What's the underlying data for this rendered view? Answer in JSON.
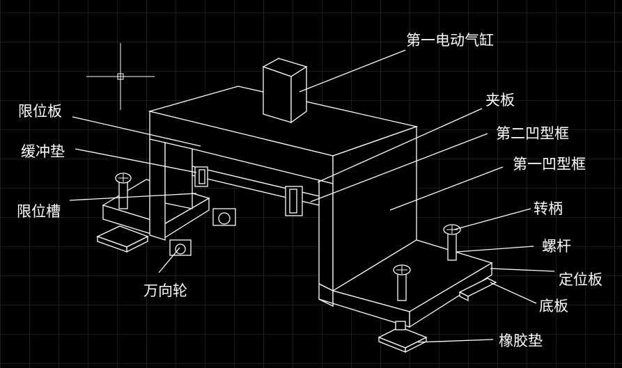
{
  "labels": {
    "motor_cylinder": "第一电动气缸",
    "clamp_plate": "夹板",
    "limit_plate": "限位板",
    "second_frame": "第二凹型框",
    "buffer_pad": "缓冲垫",
    "first_frame": "第一凹型框",
    "limit_groove": "限位槽",
    "handle": "转柄",
    "screw": "螺杆",
    "locating_plate": "定位板",
    "universal_wheel": "万向轮",
    "base_plate": "底板",
    "rubber_pad": "橡胶垫"
  },
  "colors": {
    "background": "#000000",
    "line": "#ffffff",
    "grid": "#1a1a1a"
  },
  "icons": {
    "cursor": "crosshair-cursor-icon"
  }
}
